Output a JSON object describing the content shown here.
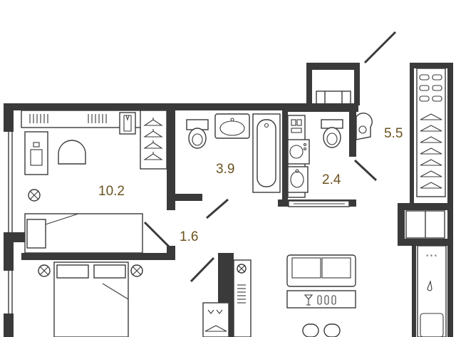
{
  "rooms": {
    "bedroom_upper": {
      "area": "10.2"
    },
    "bathroom": {
      "area": "3.9"
    },
    "toilet": {
      "area": "2.4"
    },
    "hall": {
      "area": "1.6"
    },
    "balcony_wardrobe": {
      "area": "5.5"
    }
  },
  "colors": {
    "walls": "#3a3a3a",
    "area_labels": "#6b5320",
    "background": "#ffffff"
  }
}
